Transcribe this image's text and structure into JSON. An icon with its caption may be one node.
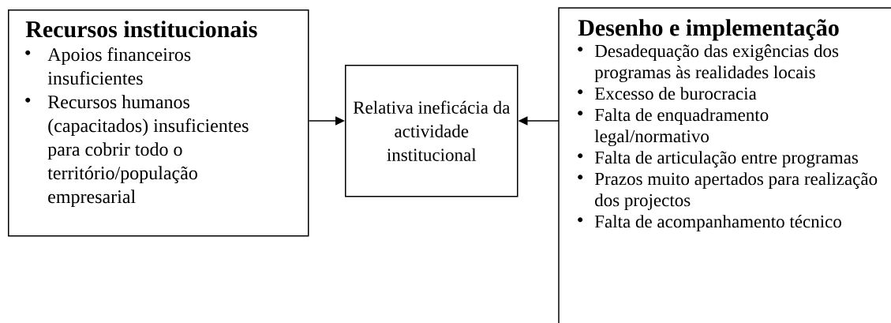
{
  "diagram": {
    "nodes": [
      {
        "text": [
          "Recursos institucionais",
          "Apoios financeiros insuficientes",
          "Recursos humanos (capacitados) insuficientes para cobrir todo o território/população empresarial"
        ]
      },
      {
        "text": [
          "Relativa ineficácia da actividade institucional"
        ]
      },
      {
        "text": [
          "Desenho e implementação",
          "Desadequação das exigências dos programas às realidades locais",
          "Excesso de burocracia",
          "Falta de enquadramento legal/normativo",
          "Falta de articulação entre programas",
          "Prazos muito apertados para realização dos projectos",
          "Falta de acompanhamento técnico"
        ]
      }
    ],
    "edges": [
      {
        "from": 0,
        "to": 1,
        "arrow": "to"
      },
      {
        "from": 2,
        "to": 1,
        "arrow": "to"
      }
    ]
  }
}
